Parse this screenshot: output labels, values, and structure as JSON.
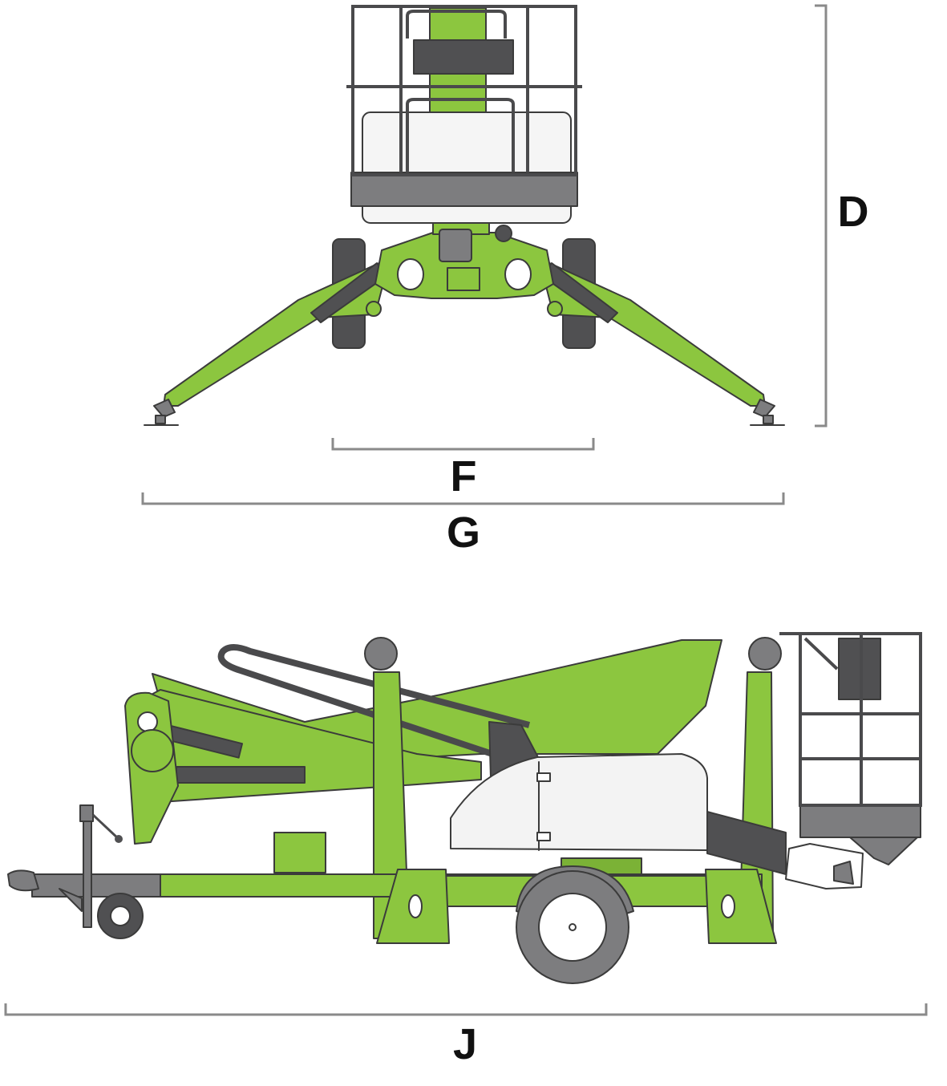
{
  "dimension_labels": {
    "height": "D",
    "wheel_track": "F",
    "outrigger_span": "G",
    "overall_length": "J"
  },
  "colors": {
    "machine_green": "#8cc63f",
    "machine_grey": "#7d7d7f",
    "machine_dark_grey": "#505052",
    "outline": "#3b3b3b",
    "dimension_line": "#8a8a8a",
    "label_text": "#111111"
  }
}
